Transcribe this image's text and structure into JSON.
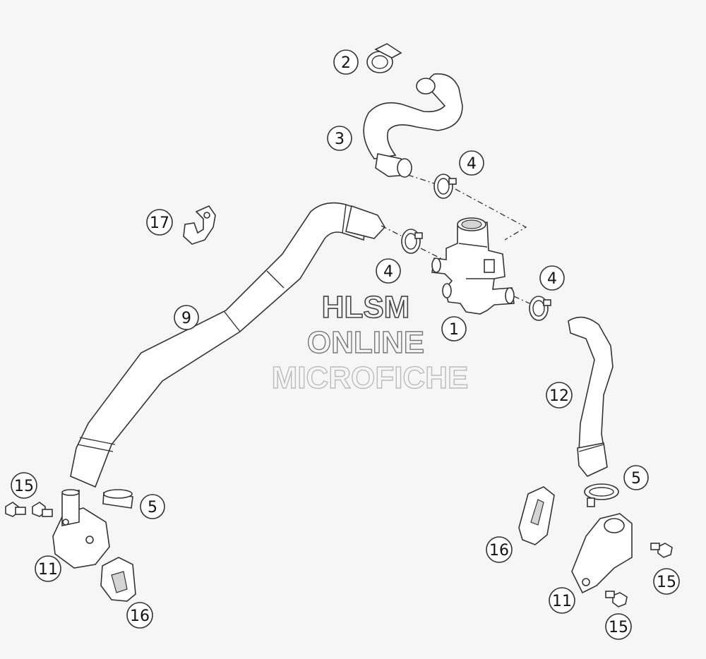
{
  "watermark": {
    "line1": "HLSM",
    "line2": "ONLINE",
    "line3": "MICROFICHE"
  },
  "callouts": [
    {
      "id": "c1",
      "label": "1"
    },
    {
      "id": "c2",
      "label": "2"
    },
    {
      "id": "c3",
      "label": "3"
    },
    {
      "id": "c4a",
      "label": "4"
    },
    {
      "id": "c4b",
      "label": "4"
    },
    {
      "id": "c4c",
      "label": "4"
    },
    {
      "id": "c5a",
      "label": "5"
    },
    {
      "id": "c5b",
      "label": "5"
    },
    {
      "id": "c9",
      "label": "9"
    },
    {
      "id": "c11a",
      "label": "11"
    },
    {
      "id": "c11b",
      "label": "11"
    },
    {
      "id": "c12",
      "label": "12"
    },
    {
      "id": "c15a",
      "label": "15"
    },
    {
      "id": "c15b",
      "label": "15"
    },
    {
      "id": "c15c",
      "label": "15"
    },
    {
      "id": "c16a",
      "label": "16"
    },
    {
      "id": "c16b",
      "label": "16"
    },
    {
      "id": "c17",
      "label": "17"
    }
  ]
}
